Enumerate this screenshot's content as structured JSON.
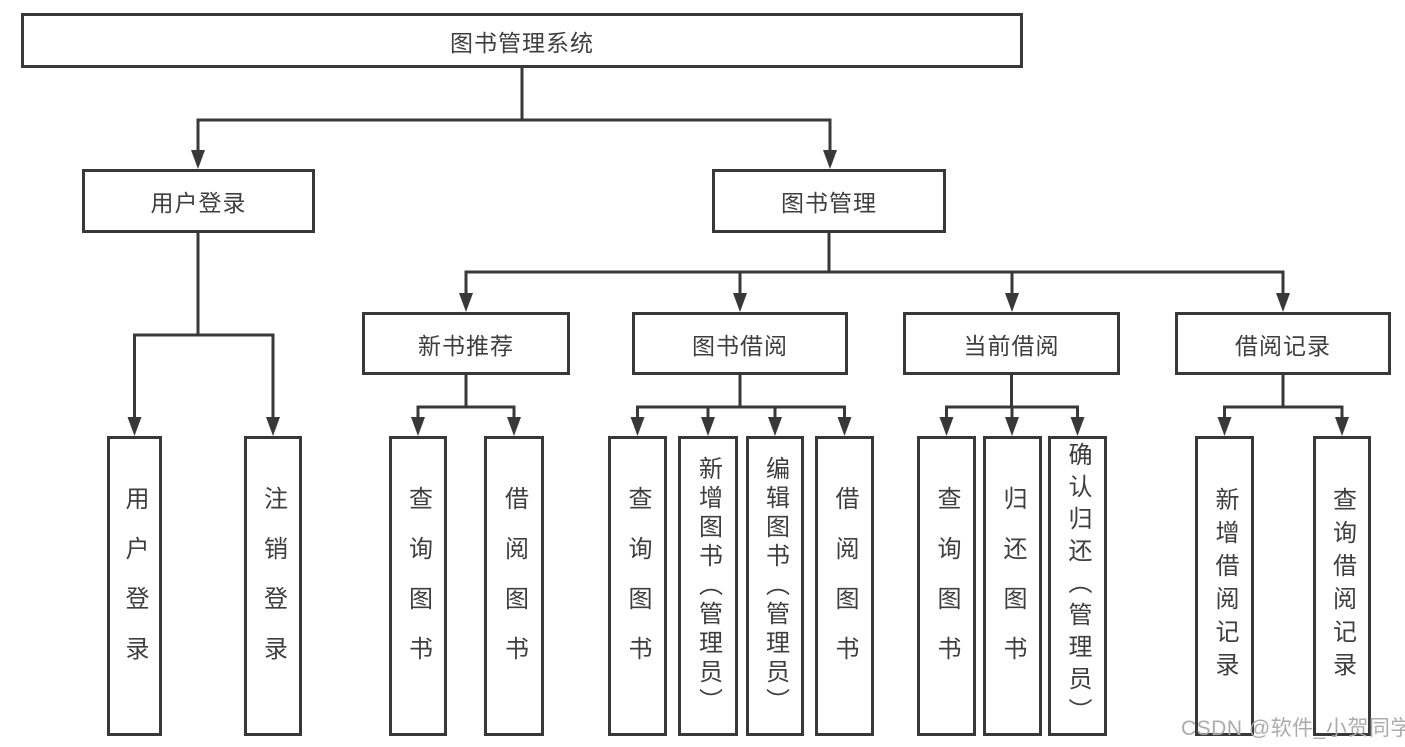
{
  "tree": {
    "root": {
      "label": "图书管理系统",
      "children": [
        {
          "label": "用户登录",
          "children": [
            {
              "label": "用户登录"
            },
            {
              "label": "注销登录"
            }
          ]
        },
        {
          "label": "图书管理",
          "children": [
            {
              "label": "新书推荐",
              "children": [
                {
                  "label": "查询图书"
                },
                {
                  "label": "借阅图书"
                }
              ]
            },
            {
              "label": "图书借阅",
              "children": [
                {
                  "label": "查询图书"
                },
                {
                  "label": "新增图书（管理员）"
                },
                {
                  "label": "编辑图书（管理员）"
                },
                {
                  "label": "借阅图书"
                }
              ]
            },
            {
              "label": "当前借阅",
              "children": [
                {
                  "label": "查询图书"
                },
                {
                  "label": "归还图书"
                },
                {
                  "label": "确认归还（管理员）"
                }
              ]
            },
            {
              "label": "借阅记录",
              "children": [
                {
                  "label": "新增借阅记录"
                },
                {
                  "label": "查询借阅记录"
                }
              ]
            }
          ]
        }
      ]
    }
  },
  "watermark": "CSDN @软件_小贺同学",
  "colors": {
    "line": "#383838",
    "text": "#3e3e3e",
    "watermark": "#ababab",
    "background": "#ffffff"
  }
}
